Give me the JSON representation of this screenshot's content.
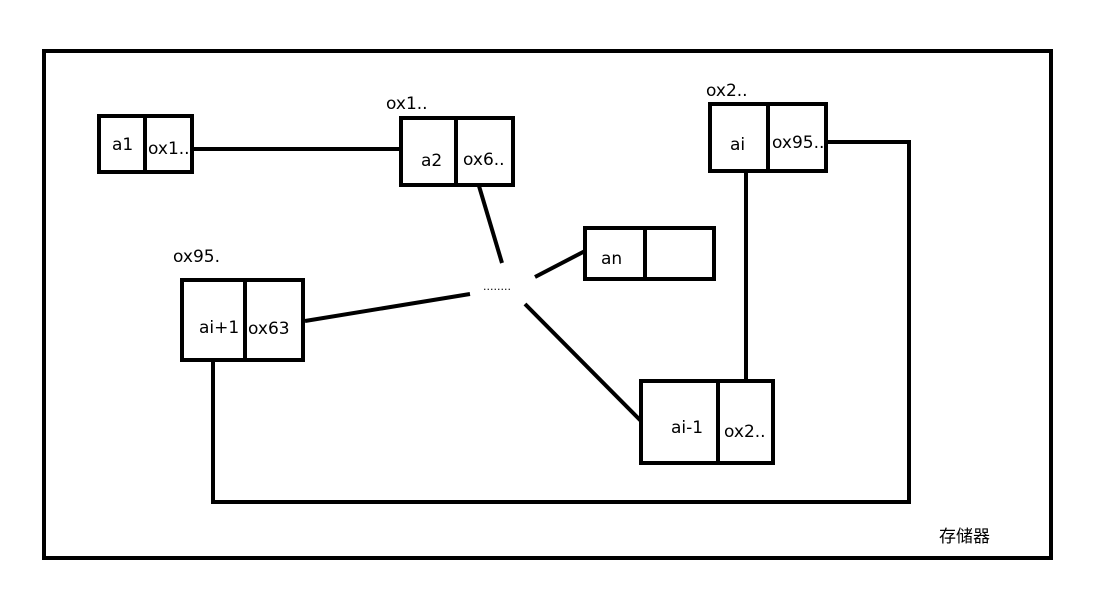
{
  "memory": {
    "label": "存储器"
  },
  "nodes": [
    {
      "id": "a1",
      "value": "a1",
      "pointer": "ox1..",
      "address": ""
    },
    {
      "id": "a2",
      "value": "a2",
      "pointer": "ox6..",
      "address": "ox1.."
    },
    {
      "id": "ai",
      "value": "ai",
      "pointer": "ox95..",
      "address": "ox2.."
    },
    {
      "id": "an",
      "value": "an",
      "pointer": "",
      "address": ""
    },
    {
      "id": "ai1",
      "value": "ai+1",
      "pointer": "ox63",
      "address": "ox95."
    },
    {
      "id": "aim1",
      "value": "ai-1",
      "pointer": "ox2..",
      "address": ""
    }
  ],
  "ellipsis": "........",
  "colors": {
    "stroke": "#000000",
    "background": "#ffffff"
  }
}
